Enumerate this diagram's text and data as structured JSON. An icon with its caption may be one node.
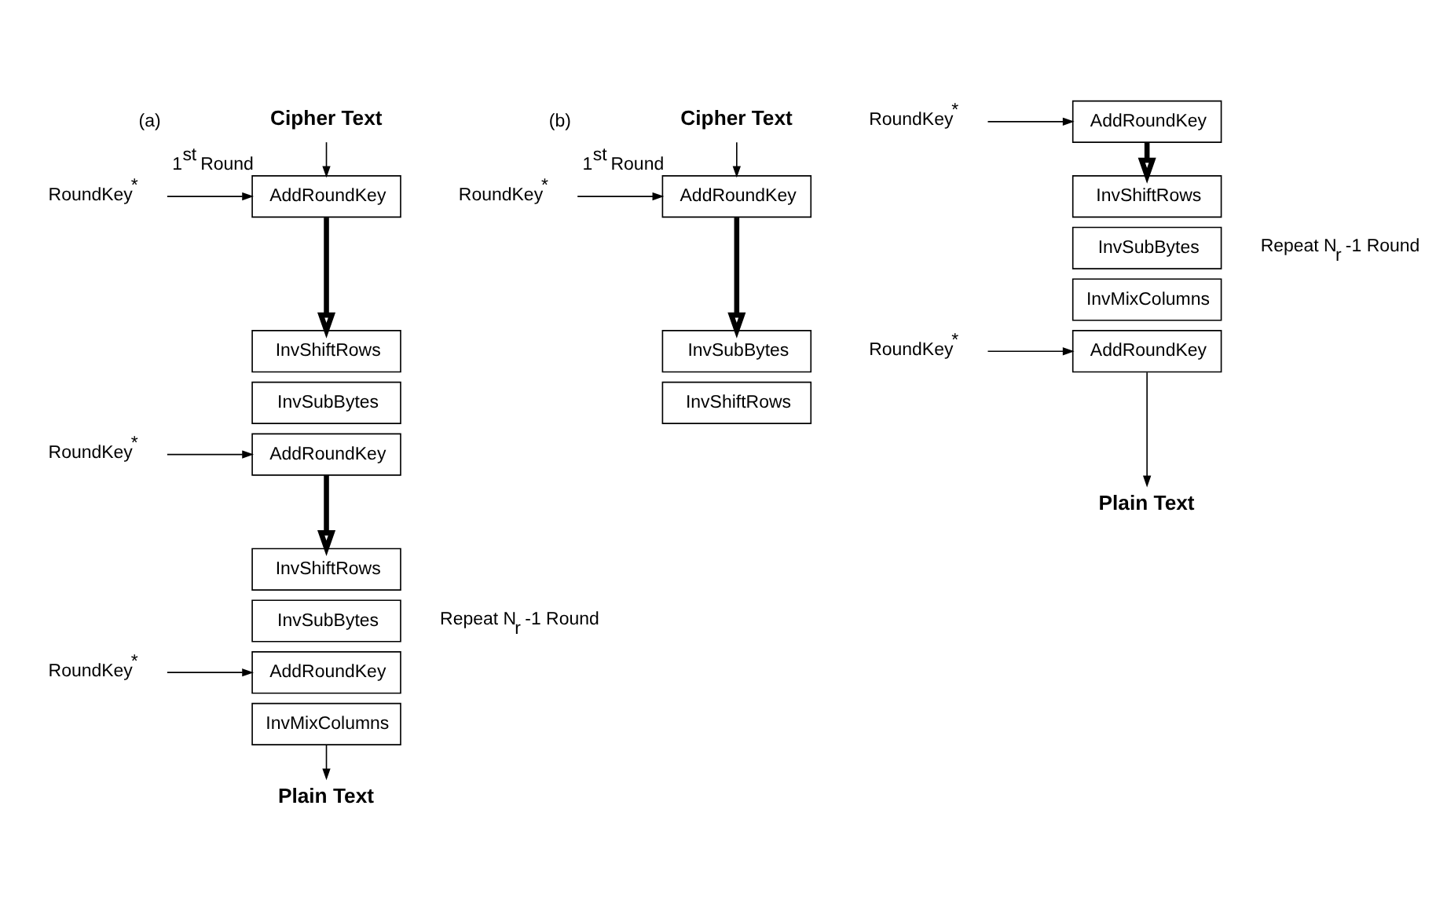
{
  "diagram": {
    "nodes": [
      {
        "text": [
          "Cipher Text"
        ]
      },
      {
        "text": [
          "RoundKey$^{*}$"
        ]
      },
      {
        "text": [
          "AddRoundKey"
        ],
        "beside": [
          "1$^{st}$ Round"
        ]
      },
      {
        "text": [
          "InvShiftRows"
        ]
      },
      {
        "text": [
          "InvSubBytes"
        ]
      },
      {
        "text": [
          "AddRoundKey"
        ]
      },
      {
        "text": [
          "RoundKey$^{*}$"
        ]
      },
      {
        "text": [
          "InvShiftRows"
        ]
      },
      {
        "text": [
          "InvSubBytes"
        ]
      },
      {
        "text": [
          "AddRoundKey"
        ]
      },
      {
        "text": [
          "InvMixColumns"
        ]
      },
      {
        "text": [
          "RoundKey$^{*}$"
        ]
      },
      {
        "text": [
          "Plain Text"
        ]
      },
      {
        "text": [
          "Cipher Text"
        ]
      },
      {
        "text": [
          "RoundKey$^{*}$"
        ]
      },
      {
        "text": [
          "AddRoundKey"
        ],
        "beside": [
          "1$^{st}$ Round"
        ]
      },
      {
        "text": [
          "InvSubBytes"
        ]
      },
      {
        "text": [
          "InvShiftRows"
        ]
      },
      {
        "text": [
          "RoundKey$^{*}$"
        ]
      },
      {
        "text": [
          "AddRoundKey"
        ]
      },
      {
        "text": [
          "InvShiftRows"
        ]
      },
      {
        "text": [
          "InvSubBytes"
        ]
      },
      {
        "text": [
          "InvMixColumns"
        ]
      },
      {
        "text": [
          "RoundKey$^{*}$"
        ]
      },
      {
        "text": [
          "AddRoundKey"
        ]
      },
      {
        "text": [
          "Plain Text"
        ]
      }
    ],
    "edges": [
      {
        "from": 0,
        "to": 2,
        "arrow": "to"
      },
      {
        "from": 1,
        "to": 2,
        "arrow": "to"
      },
      {
        "from": 2,
        "to": 3,
        "arrow": "to",
        "style": "thick"
      },
      {
        "from": 6,
        "to": 5,
        "arrow": "to"
      },
      {
        "from": 5,
        "to": 7,
        "arrow": "to",
        "style": "thick"
      },
      {
        "from": 11,
        "to": 9,
        "arrow": "to"
      },
      {
        "from": 10,
        "to": 12,
        "arrow": "to"
      },
      {
        "from": 13,
        "to": 15,
        "arrow": "to"
      },
      {
        "from": 14,
        "to": 15,
        "arrow": "to"
      },
      {
        "from": 15,
        "to": 16,
        "arrow": "to",
        "style": "thick"
      },
      {
        "from": 18,
        "to": 19,
        "arrow": "to"
      },
      {
        "from": 19,
        "to": 20,
        "arrow": "to",
        "style": "thick"
      },
      {
        "from": 23,
        "to": 24,
        "arrow": "to"
      },
      {
        "from": 24,
        "to": 25,
        "arrow": "to"
      }
    ],
    "labels": [
      "(a)",
      "Repeat N$_{r}$ -1 Round",
      "(b)",
      "Repeat N$_{r}$ -1 Round"
    ]
  }
}
